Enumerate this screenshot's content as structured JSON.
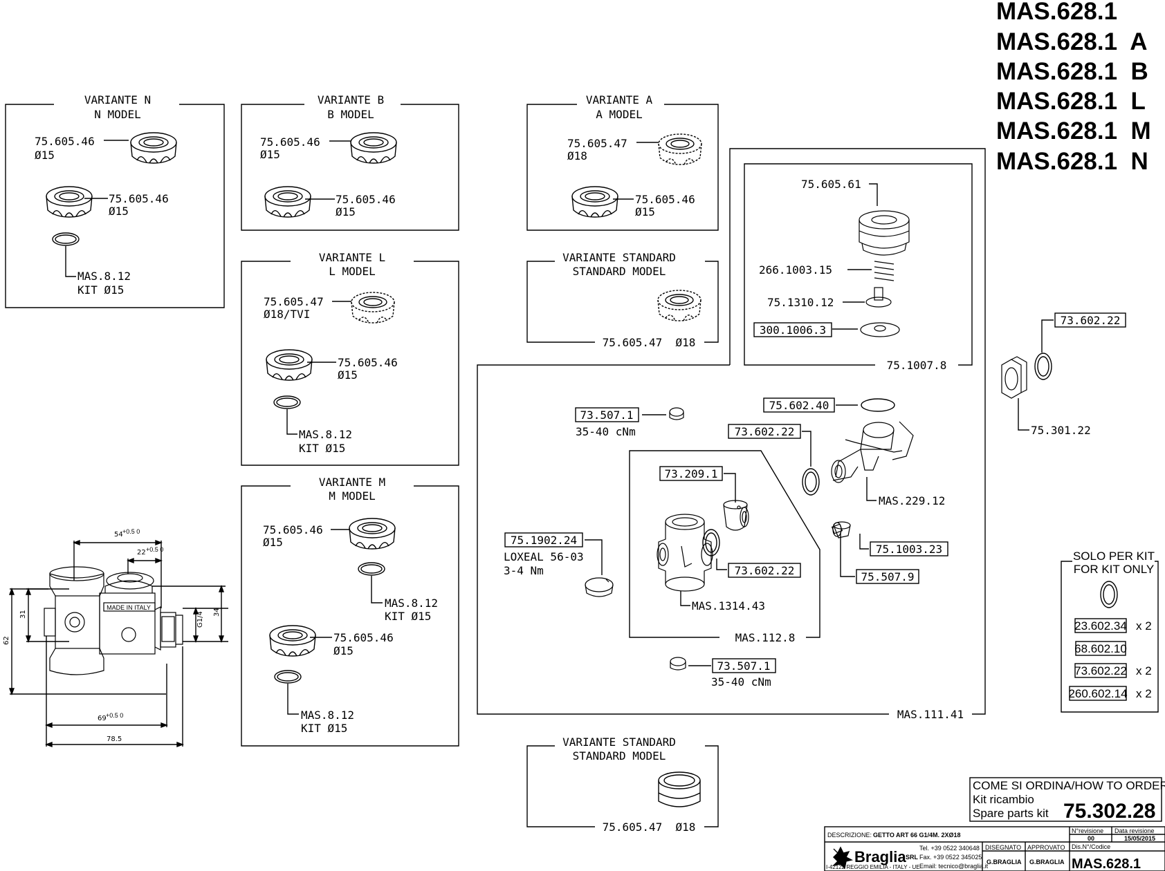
{
  "codes": [
    "MAS.628.1",
    "MAS.628.1  A",
    "MAS.628.1  B",
    "MAS.628.1  L",
    "MAS.628.1  M",
    "MAS.628.1  N"
  ],
  "variants": {
    "n": {
      "title1": "VARIANTE N",
      "title2": "N MODEL",
      "p1": "75.605.46",
      "p1d": "Ø15",
      "p2": "75.605.46",
      "p2d": "Ø15",
      "p3": "MAS.8.12",
      "p3d": "KIT Ø15"
    },
    "b": {
      "title1": "VARIANTE B",
      "title2": "B MODEL",
      "p1": "75.605.46",
      "p1d": "Ø15",
      "p2": "75.605.46",
      "p2d": "Ø15"
    },
    "a": {
      "title1": "VARIANTE A",
      "title2": "A MODEL",
      "p1": "75.605.47",
      "p1d": "Ø18",
      "p2": "75.605.46",
      "p2d": "Ø15"
    },
    "l": {
      "title1": "VARIANTE L",
      "title2": "L MODEL",
      "p1": "75.605.47",
      "p1d": "Ø18/TVI",
      "p2": "75.605.46",
      "p2d": "Ø15",
      "p3": "MAS.8.12",
      "p3d": "KIT Ø15"
    },
    "m": {
      "title1": "VARIANTE M",
      "title2": "M MODEL",
      "p1": "75.605.46",
      "p1d": "Ø15",
      "p2": "MAS.8.12",
      "p2d": "KIT Ø15",
      "p3": "75.605.46",
      "p3d": "Ø15",
      "p4": "MAS.8.12",
      "p4d": "KIT Ø15"
    },
    "std1": {
      "title1": "VARIANTE STANDARD",
      "title2": "STANDARD MODEL",
      "p1": "75.605.47  Ø18"
    },
    "std2": {
      "title1": "VARIANTE STANDARD",
      "title2": "STANDARD MODEL",
      "p1": "75.605.47  Ø18"
    }
  },
  "head": {
    "p1": "75.605.61",
    "p2": "266.1003.15",
    "p3": "75.1310.12",
    "p4": "300.1006.3",
    "assy": "75.1007.8"
  },
  "body": {
    "p1": "73.507.1",
    "p1t": "35-40 cNm",
    "p2": "75.602.40",
    "p3": "73.602.22",
    "p4": "MAS.229.12",
    "p5": "73.209.1",
    "p6": "73.602.22",
    "p7": "MAS.1314.43",
    "sub": "MAS.112.8",
    "p8": "75.1902.24",
    "p8t1": "LOXEAL 56-03",
    "p8t2": "3-4 Nm",
    "p9": "75.1003.23",
    "p10": "75.507.9",
    "p11": "73.507.1",
    "p11t": "35-40 cNm",
    "assy": "MAS.111.41"
  },
  "side": {
    "p1": "73.602.22",
    "p2": "75.301.22"
  },
  "kit": {
    "title1": "SOLO PER KIT",
    "title2": "FOR KIT ONLY",
    "items": [
      {
        "code": "23.602.34",
        "qty": "x 2"
      },
      {
        "code": "68.602.10",
        "qty": ""
      },
      {
        "code": "73.602.22",
        "qty": "x 2"
      },
      {
        "code": "260.602.14",
        "qty": "x 2"
      }
    ]
  },
  "dims": {
    "d1": "54",
    "d1tol": "+0.5 0",
    "d2": "22",
    "d2tol": "+0.5 0",
    "d3": "31",
    "d4": "62",
    "d5": "G1/4",
    "d6": "34",
    "d7": "69",
    "d7tol": "+0.5 0",
    "d8": "78.5",
    "mark": "MADE IN ITALY"
  },
  "order": {
    "l1": "COME SI ORDINA/HOW TO ORDER",
    "l2": "Kit ricambio",
    "l3": "Spare parts kit",
    "code": "75.302.28"
  },
  "title_block": {
    "desc_label": "DESCRIZIONE:",
    "desc": "GETTO ART 66 G1/4M. 2XØ18",
    "rev_label": "N°revisione",
    "rev": "00",
    "date_label": "Data revisione",
    "date": "15/05/2015",
    "brand": "Braglia",
    "srl": "SRL",
    "tel": "Tel. +39 0522 340648",
    "fax": "Fax. +39 0522 345025",
    "email": "Email: tecnico@braglia.it",
    "addr": "I-42122 REGGIO EMILIA - ITALY - UE",
    "drawn_label": "DISEGNATO",
    "drawn": "G.BRAGLIA",
    "appr_label": "APPROVATO",
    "appr": "G.BRAGLIA",
    "dis_label": "Dis.N°/Codice",
    "dis": "MAS.628.1"
  }
}
